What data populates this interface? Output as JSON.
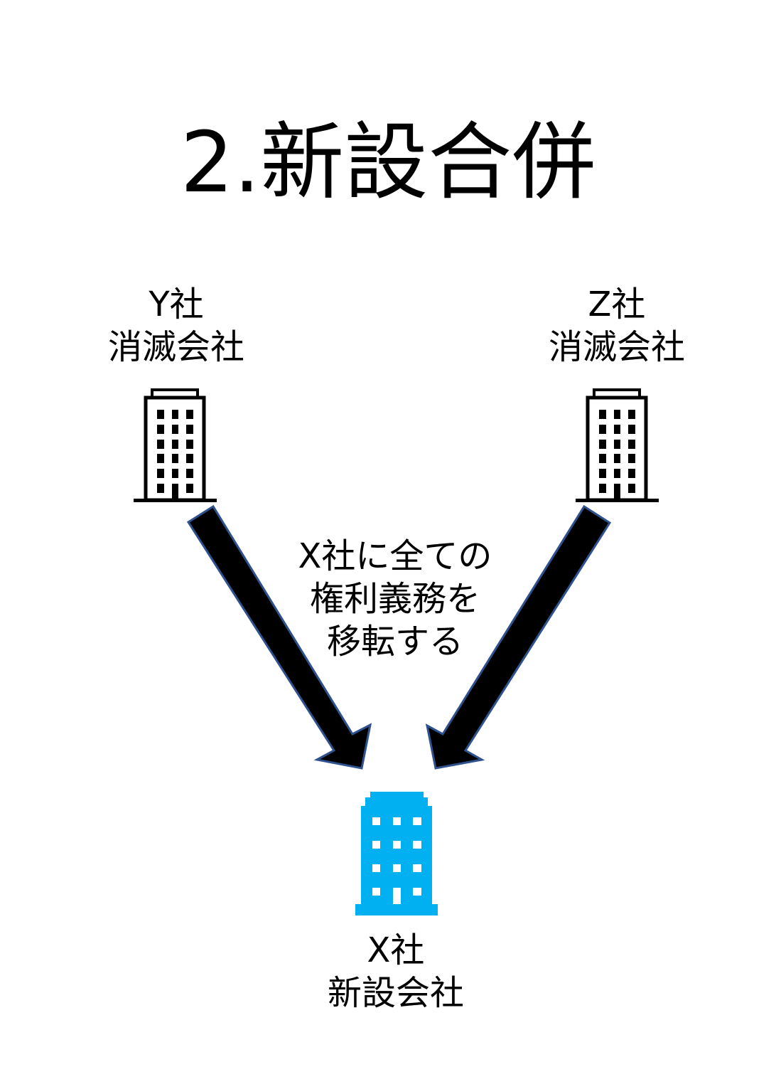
{
  "title": "2.新設合併",
  "companies": {
    "y": {
      "name": "Y社",
      "role": "消滅会社"
    },
    "z": {
      "name": "Z社",
      "role": "消滅会社"
    },
    "x": {
      "name": "X社",
      "role": "新設会社"
    }
  },
  "transfer_text": [
    "X社に全ての",
    "権利義務を",
    "移転する"
  ],
  "colors": {
    "new_company": "#00b0f0",
    "arrow_fill": "#000000",
    "arrow_stroke": "#2f528f"
  },
  "icons": [
    "building-outline-icon",
    "building-outline-icon",
    "building-filled-icon",
    "arrow-icon",
    "arrow-icon"
  ]
}
